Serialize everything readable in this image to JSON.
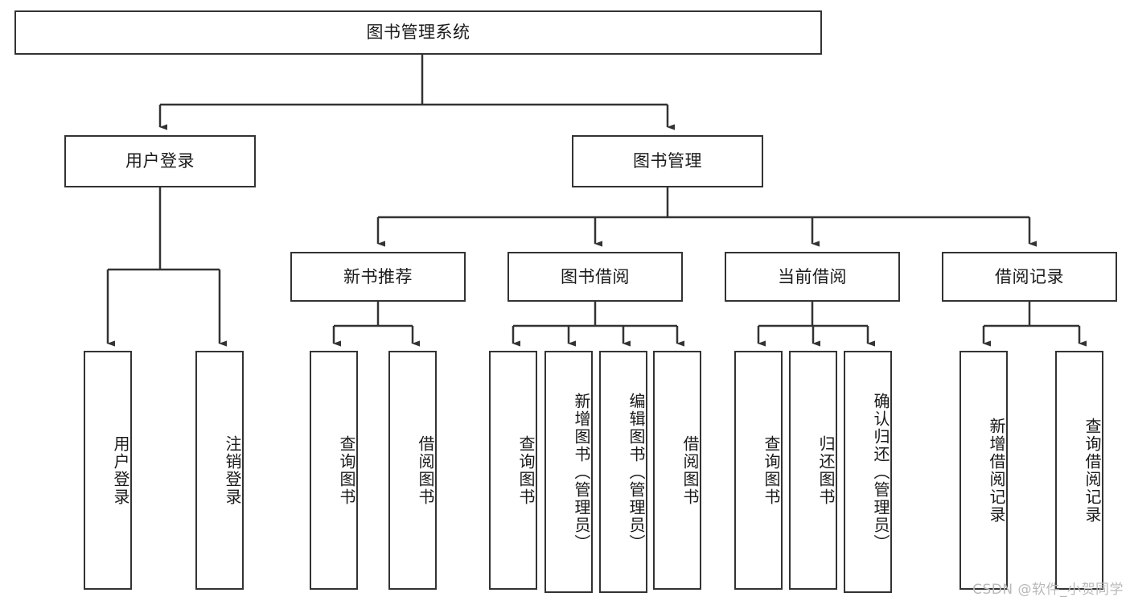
{
  "diagram": {
    "title": "图书管理系统",
    "root": {
      "label": "图书管理系统",
      "id": "root"
    },
    "level2": [
      {
        "id": "user-login",
        "label": "用户登录"
      },
      {
        "id": "book-management",
        "label": "图书管理"
      }
    ],
    "level3": [
      {
        "id": "new-book-recommend",
        "label": "新书推荐"
      },
      {
        "id": "book-borrow",
        "label": "图书借阅"
      },
      {
        "id": "current-borrow",
        "label": "当前借阅"
      },
      {
        "id": "borrow-record",
        "label": "借阅记录"
      }
    ],
    "leaves": {
      "user_login": [
        {
          "id": "leaf-user-login",
          "label": "用户登录"
        },
        {
          "id": "leaf-logout",
          "label": "注销登录"
        }
      ],
      "new_book_recommend": [
        {
          "id": "leaf-query-book-1",
          "label": "查询图书"
        },
        {
          "id": "leaf-borrow-book-1",
          "label": "借阅图书"
        }
      ],
      "book_borrow": [
        {
          "id": "leaf-query-book-2",
          "label": "查询图书"
        },
        {
          "id": "leaf-add-book",
          "label": "新增图书（管理员）"
        },
        {
          "id": "leaf-edit-book",
          "label": "编辑图书（管理员）"
        },
        {
          "id": "leaf-borrow-book-2",
          "label": "借阅图书"
        }
      ],
      "current_borrow": [
        {
          "id": "leaf-query-book-3",
          "label": "查询图书"
        },
        {
          "id": "leaf-return-book",
          "label": "归还图书"
        },
        {
          "id": "leaf-confirm-return",
          "label": "确认归还（管理员）"
        }
      ],
      "borrow_record": [
        {
          "id": "leaf-add-record",
          "label": "新增借阅记录"
        },
        {
          "id": "leaf-query-record",
          "label": "查询借阅记录"
        }
      ]
    }
  },
  "watermark": {
    "text": "CSDN @软件_小贺同学"
  },
  "colors": {
    "stroke": "#333333",
    "fill": "#ffffff",
    "text": "#1a1a1a",
    "watermark": "#b9b9b9"
  }
}
